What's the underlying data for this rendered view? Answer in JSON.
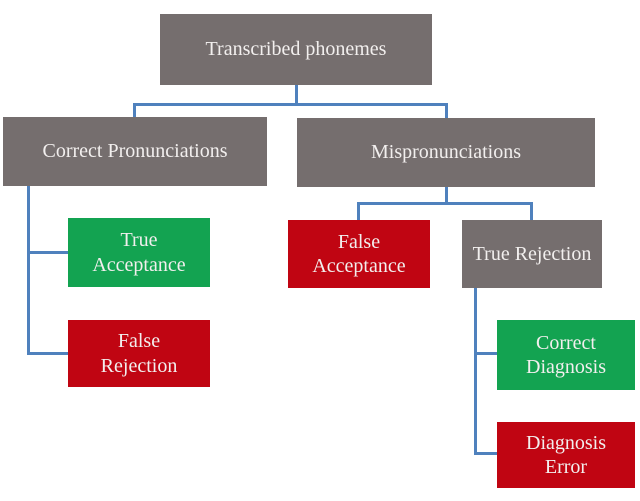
{
  "colors": {
    "background": "#ffffff",
    "gray": "#756e6e",
    "green": "#13a351",
    "red": "#c00512",
    "connector": "#4f81bd",
    "text": "#f2efee"
  },
  "nodes": {
    "root": {
      "label": "Transcribed phonemes",
      "type": "gray"
    },
    "correct_pronunciations": {
      "label": "Correct Pronunciations",
      "type": "gray"
    },
    "mispronunciations": {
      "label": "Mispronunciations",
      "type": "gray"
    },
    "true_acceptance": {
      "label": "True\nAcceptance",
      "type": "green"
    },
    "false_rejection": {
      "label": "False\nRejection",
      "type": "red"
    },
    "false_acceptance": {
      "label": "False\nAcceptance",
      "type": "red"
    },
    "true_rejection": {
      "label": "True Rejection",
      "type": "gray"
    },
    "correct_diagnosis": {
      "label": "Correct\nDiagnosis",
      "type": "green"
    },
    "diagnosis_error": {
      "label": "Diagnosis\nError",
      "type": "red"
    }
  },
  "edges": [
    {
      "from": "root",
      "to": "correct_pronunciations"
    },
    {
      "from": "root",
      "to": "mispronunciations"
    },
    {
      "from": "correct_pronunciations",
      "to": "true_acceptance"
    },
    {
      "from": "correct_pronunciations",
      "to": "false_rejection"
    },
    {
      "from": "mispronunciations",
      "to": "false_acceptance"
    },
    {
      "from": "mispronunciations",
      "to": "true_rejection"
    },
    {
      "from": "true_rejection",
      "to": "correct_diagnosis"
    },
    {
      "from": "true_rejection",
      "to": "diagnosis_error"
    }
  ]
}
